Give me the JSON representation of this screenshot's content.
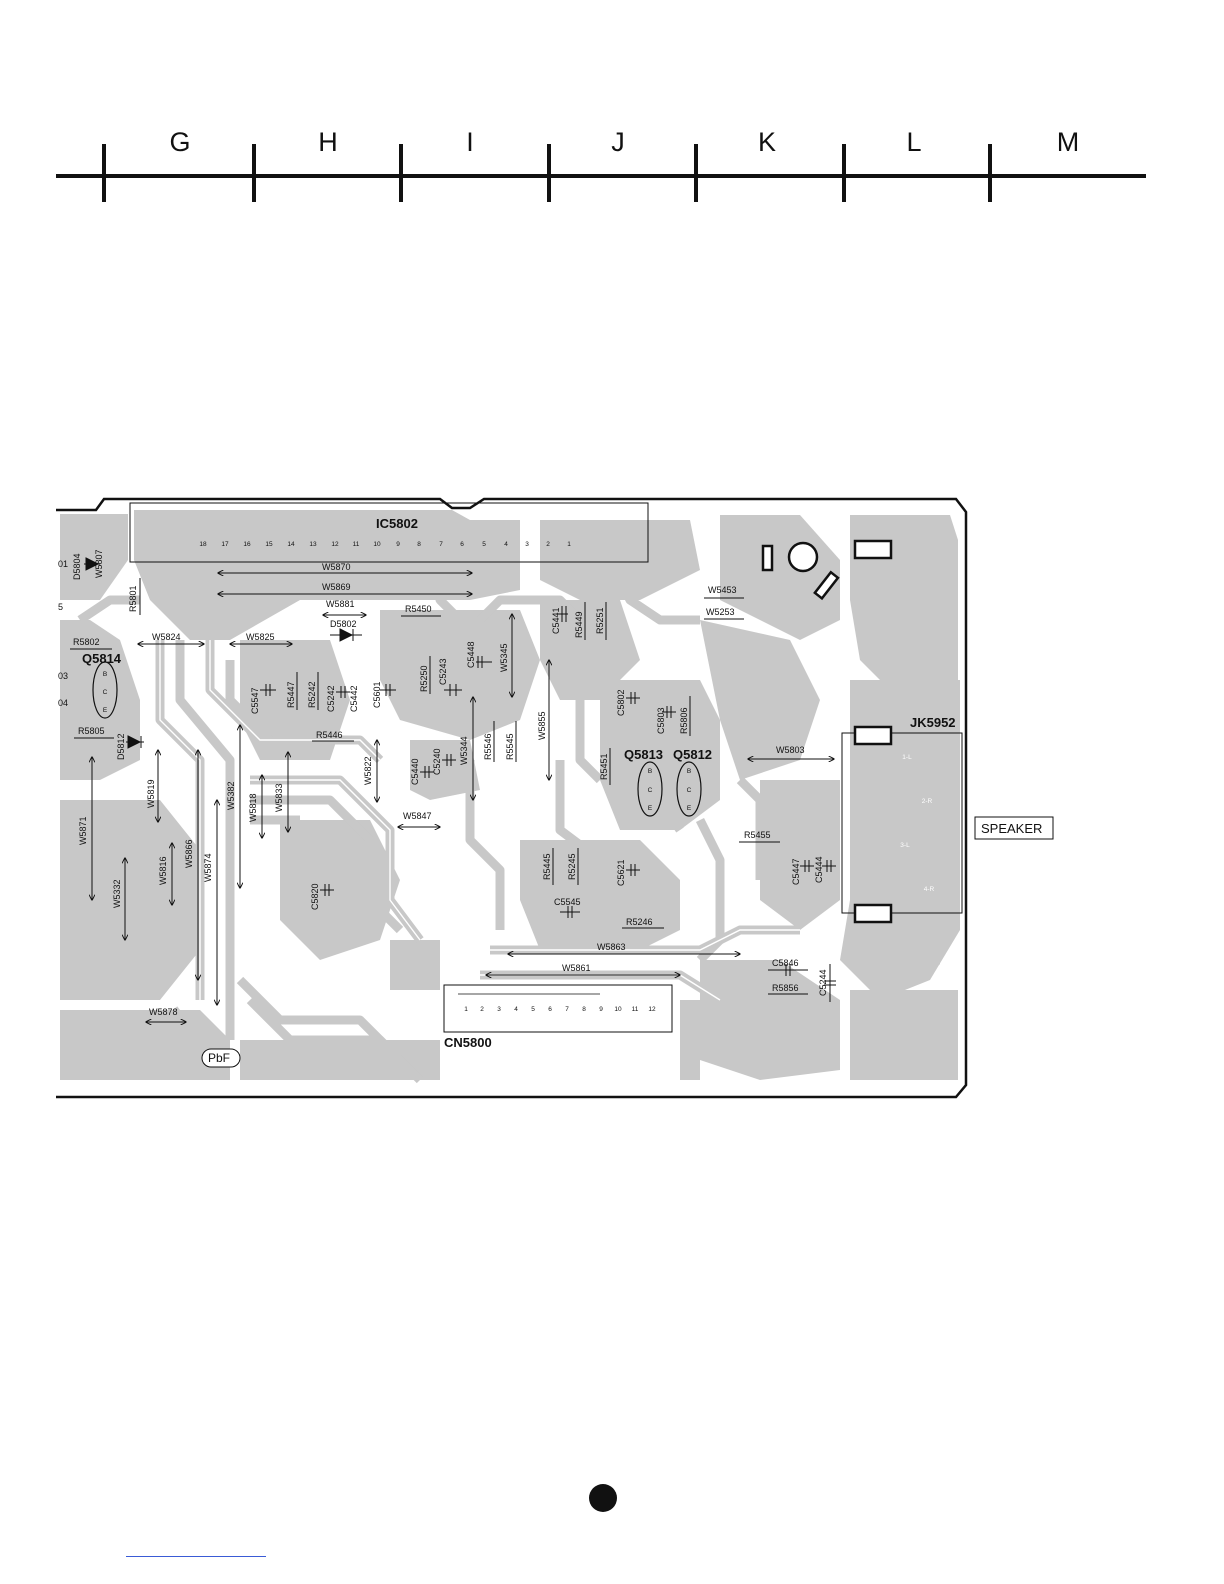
{
  "grid": {
    "columns": [
      "G",
      "H",
      "I",
      "J",
      "K",
      "L",
      "M"
    ]
  },
  "board": {
    "ic": "IC5802",
    "ic_pins": [
      "18",
      "17",
      "16",
      "15",
      "14",
      "13",
      "12",
      "11",
      "10",
      "9",
      "8",
      "7",
      "6",
      "5",
      "4",
      "3",
      "2",
      "1"
    ],
    "connector": "CN5800",
    "connector_pins": [
      "1",
      "2",
      "3",
      "4",
      "5",
      "6",
      "7",
      "8",
      "9",
      "10",
      "11",
      "12"
    ],
    "jack": "JK5952",
    "jack_pins": [
      "1-L",
      "2-R",
      "3-L",
      "4-R"
    ],
    "transistors": {
      "q5814": "Q5814",
      "q5813": "Q5813",
      "q5812": "Q5812",
      "pin_b": "B",
      "pin_c": "C",
      "pin_e": "E"
    },
    "jumpers": {
      "w5870": "W5870",
      "w5869": "W5869",
      "w5881": "W5881",
      "w5824": "W5824",
      "w5825": "W5825",
      "w5345": "W5345",
      "w5855": "W5855",
      "w5453": "W5453",
      "w5253": "W5253",
      "w5803": "W5803",
      "w5847": "W5847",
      "w5822": "W5822",
      "w5344": "W5344",
      "w5863": "W5863",
      "w5861": "W5861",
      "w5878": "W5878",
      "w5871": "W5871",
      "w5332": "W5332",
      "w5816": "W5816",
      "w5866": "W5866",
      "w5874": "W5874",
      "w5818": "W5818",
      "w5833": "W5833",
      "w5382": "W5382",
      "w5819": "W5819",
      "w5807": "W5807"
    },
    "resistors": {
      "r5801": "R5801",
      "r5802": "R5802",
      "r5805": "R5805",
      "r5450": "R5450",
      "r5449": "R5449",
      "r5251": "R5251",
      "r5447": "R5447",
      "r5242": "R5242",
      "r5250": "R5250",
      "r5446": "R5446",
      "r5546": "R5546",
      "r5545": "R5545",
      "r5806": "R5806",
      "r5451": "R5451",
      "r5455": "R5455",
      "r5445": "R5445",
      "r5245": "R5245",
      "r5246": "R5246",
      "r5856": "R5856"
    },
    "capacitors": {
      "c5441": "C5441",
      "c5448": "C5448",
      "c5243": "C5243",
      "c5547": "C5547",
      "c5242": "C5242",
      "c5442": "C5442",
      "c5601": "C5601",
      "c5802": "C5802",
      "c5803": "C5803",
      "c5440": "C5440",
      "c5240": "C5240",
      "c5447": "C5447",
      "c5444": "C5444",
      "c5621": "C5621",
      "c5545": "C5545",
      "c5820": "C5820",
      "c5846": "C5846",
      "c5244": "C5244"
    },
    "diodes": {
      "d5802": "D5802",
      "d5804": "D5804",
      "d5812": "D5812"
    },
    "edge_labels": {
      "a": "01",
      "b": "5",
      "c": "03",
      "d": "04"
    },
    "pbf": "PbF",
    "speaker": "SPEAKER"
  },
  "colors": {
    "copper": "#c8c8c8",
    "copper_dark": "#b7b7b7",
    "ink": "#111111",
    "background": "#ffffff"
  }
}
